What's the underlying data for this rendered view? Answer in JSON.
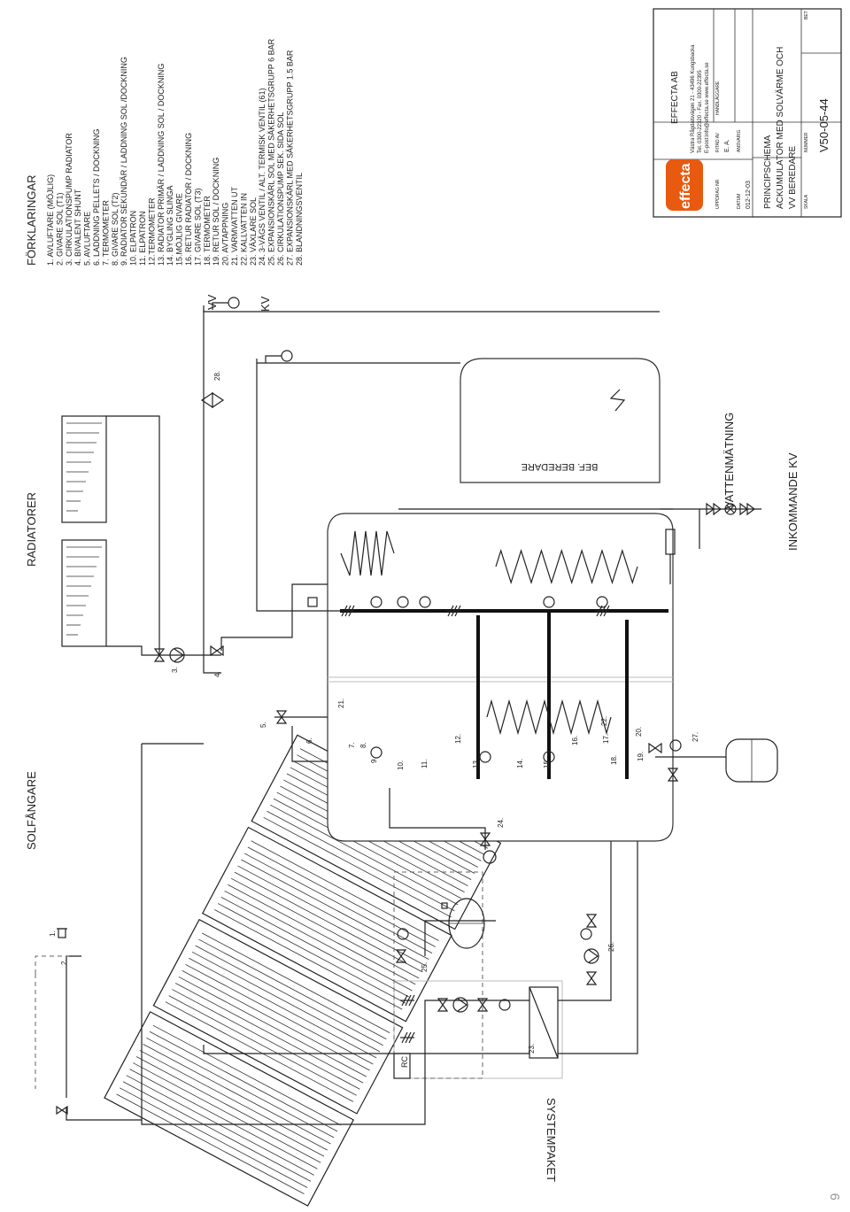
{
  "sections": {
    "solar_collectors": "SOLFÅNGARE",
    "radiators": "RADIATORER",
    "system_package": "SYSTEMPAKET",
    "water_meter": "VATTENMÄTNING",
    "incoming_cold": "INKOMMANDE KV",
    "existing_heater": "BEF. BEREDARE",
    "hot_water": "VV",
    "cold_water": "KV",
    "rc": "RC"
  },
  "legend": {
    "title": "FÖRKLARINGAR",
    "items": [
      "1. AVLUFTARE (MÖJLIG)",
      "2. GIVARE SOL (T1)",
      "3. CIRKULATIONSPUMP RADIATOR",
      "4. BIVALENT SHUNT",
      "5. AVLUFTARE",
      "6. LADDNING PELLETS / DOCKNING",
      "7. TERMOMETER",
      "8. GIVARE SOL (T2)",
      "9. RADIATOR SEKUNDÄR / LADDNING SOL /DOCKNING",
      "10. ELPATRON",
      "11. ELPATRON",
      "12.TERMOMETER",
      "13. RADIATOR PRIMÄR / LADDNING SOL / DOCKNING",
      "14. BYGLING SLINGA",
      "15.MÖJLIG GIVARE",
      "16. RETUR RADIATOR / DOCKNING",
      "17. GIVARE SOL (T3)",
      "18. TERMOMETER",
      "19. RETUR SOL / DOCKNING",
      "20. AVTAPPNING",
      "21. VARMVATTEN UT",
      "22. KALLVATTEN IN",
      "23. VÄXLARE SOL",
      "24. 3-VÄGS VENTIL / ALT. TERMISK VENTIL (61)",
      "25. EXPANSIONSKÄRL SOL MED SÄKERHETSGRUPP 6 BAR",
      "26. CIRKULATIONSPUMP SEK. SIDA SOL",
      "27. EXPANSIONSKÄRL MED SÄKERHETSGRUPP 1.5 BAR",
      "28. BLANDNINGSVENTIL"
    ]
  },
  "numbers": [
    "1.",
    "2.",
    "3.",
    "4.",
    "5.",
    "6.",
    "7.",
    "8.",
    "9.",
    "10.",
    "11.",
    "12.",
    "13.",
    "14.",
    "15.",
    "16.",
    "17.",
    "18.",
    "19.",
    "20.",
    "21.",
    "22.",
    "23.",
    "24.",
    "25.",
    "26.",
    "27.",
    "28."
  ],
  "title_block": {
    "company": "EFFECTA AB",
    "address": "Västra Rågdalsvägen 21 - 43496 Kungsbacka",
    "phone": "Tel. 0300-22320 - Fax. 0300-22395",
    "email": "E-post:info@effecta.se   www.effecta.se",
    "logo": "effecta",
    "labels": {
      "order_no": "UPPDRAG NR",
      "drawn_by": "RITAD AV",
      "handler": "HANDLÄGGARE",
      "date": "DATUM",
      "responsible": "ANSVARIG",
      "scale": "SKALA",
      "number": "NUMMER",
      "rev": "BET"
    },
    "values": {
      "drawn_by": "E. A.",
      "date": "012-12-03",
      "number": "V50-05-44"
    },
    "drawing_title": [
      "PRINCIPSCHEMA",
      "ACKUMULATOR MED SOLVÄRME OCH",
      "VV BEREDARE"
    ]
  },
  "page_number": "9"
}
